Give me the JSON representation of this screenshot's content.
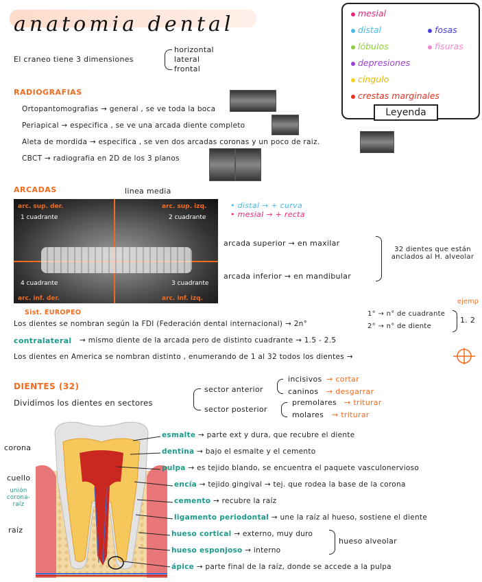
{
  "title": "anatomia dental",
  "legend": {
    "items": [
      {
        "label": "mesial",
        "color": "#e8297a"
      },
      {
        "label": "distal",
        "color": "#49b8e6"
      },
      {
        "label": "lóbulos",
        "color": "#8fcf3a"
      },
      {
        "label": "depresiones",
        "color": "#9b3fd6"
      },
      {
        "label": "cíngulo",
        "color": "#f2d21b"
      },
      {
        "label": "crestas marginales",
        "color": "#e8321f"
      },
      {
        "label": "fosas",
        "color": "#4a3ee0"
      },
      {
        "label": "fisuras",
        "color": "#f08ad0"
      }
    ],
    "label": "Leyenda"
  },
  "cranium": {
    "text": "El craneo tiene  3 dimensiones",
    "dims": [
      "horizontal",
      "lateral",
      "frontal"
    ]
  },
  "radiografias": {
    "heading": "RADIOGRAFIAS",
    "items": [
      "Ortopantomografias → general , se ve  toda la boca",
      "Periapical → especifica , se ve una arcada diente completo",
      "Aleta de mordida → especifica , se ven dos arcadas  coronas  y  un  poco de raiz.",
      "CBCT → radiografia  en 2D de los  3 planos"
    ]
  },
  "arcadas": {
    "heading": "ARCADAS",
    "linea_media": "linea media",
    "quadrants": [
      "arc. sup. der.",
      "arc. sup. izq.",
      "arc. inf. der.",
      "arc. inf. izq."
    ],
    "cuadrantes": [
      "1 cuadrante",
      "2 cuadrante",
      "4 cuadrante",
      "3 cuadrante"
    ],
    "distal": "• distal → + curva",
    "mesial": "• mesial → + recta",
    "superior": "arcada  superior  → en maxilar",
    "inferior": "arcada  inferior  → en  mandibular",
    "count": "32 dientes que están anclados al H. alveolar"
  },
  "fdi": {
    "sist": "Sist. EUROPEO",
    "line1": "Los dientes se nombran según la FDI (Federación dental internacional) → 2n°",
    "first": "1° → n° de cuadrante",
    "second": "2° → n° de diente",
    "ejemp": "ejemp",
    "example": "1. 2",
    "contralateral_label": "contralateral",
    "contralateral_text": "→ mismo diente de la arcada pero de distinto cuadrante  →  1.5 - 2.5",
    "america": "Los dientes en  America se  nombran distinto , enumerando de  1 al 32  todos los dientes →"
  },
  "dientes": {
    "heading": "DIENTES (32)",
    "divide": "Dividimos los dientes en sectores",
    "anterior": "sector anterior",
    "posterior": "sector posterior",
    "incisivos": "incisivos",
    "cortar": "→ cortar",
    "caninos": "caninos",
    "desgarrar": "→ desgarrar",
    "premolares": "premolares",
    "triturar1": "→ triturar",
    "molares": "molares",
    "triturar2": "→ triturar"
  },
  "tooth": {
    "side": [
      "corona",
      "cuello",
      "unión corona-raíz",
      "raíz"
    ],
    "parts": [
      {
        "name": "esmalte",
        "desc": "→ parte ext y dura, que recubre el diente"
      },
      {
        "name": "dentina",
        "desc": "→ bajo el esmalte y el cemento"
      },
      {
        "name": "pulpa",
        "desc": "→ es tejido blando, se encuentra el paquete vasculonervioso"
      },
      {
        "name": "encía",
        "desc": "→ tejido gingival → tej. que rodea la base de la corona"
      },
      {
        "name": "cemento",
        "desc": "→ recubre la raíz"
      },
      {
        "name": "ligamento periodontal",
        "desc": "→ une la raíz al hueso, sostiene el diente"
      },
      {
        "name": "hueso cortical",
        "desc": "→ externo, muy duro"
      },
      {
        "name": "hueso esponjoso",
        "desc": "→ interno"
      },
      {
        "name": "ápice",
        "desc": "→ parte final de la raíz, donde se accede a la pulpa"
      }
    ],
    "hueso_alveolar": "hueso alveolar"
  }
}
